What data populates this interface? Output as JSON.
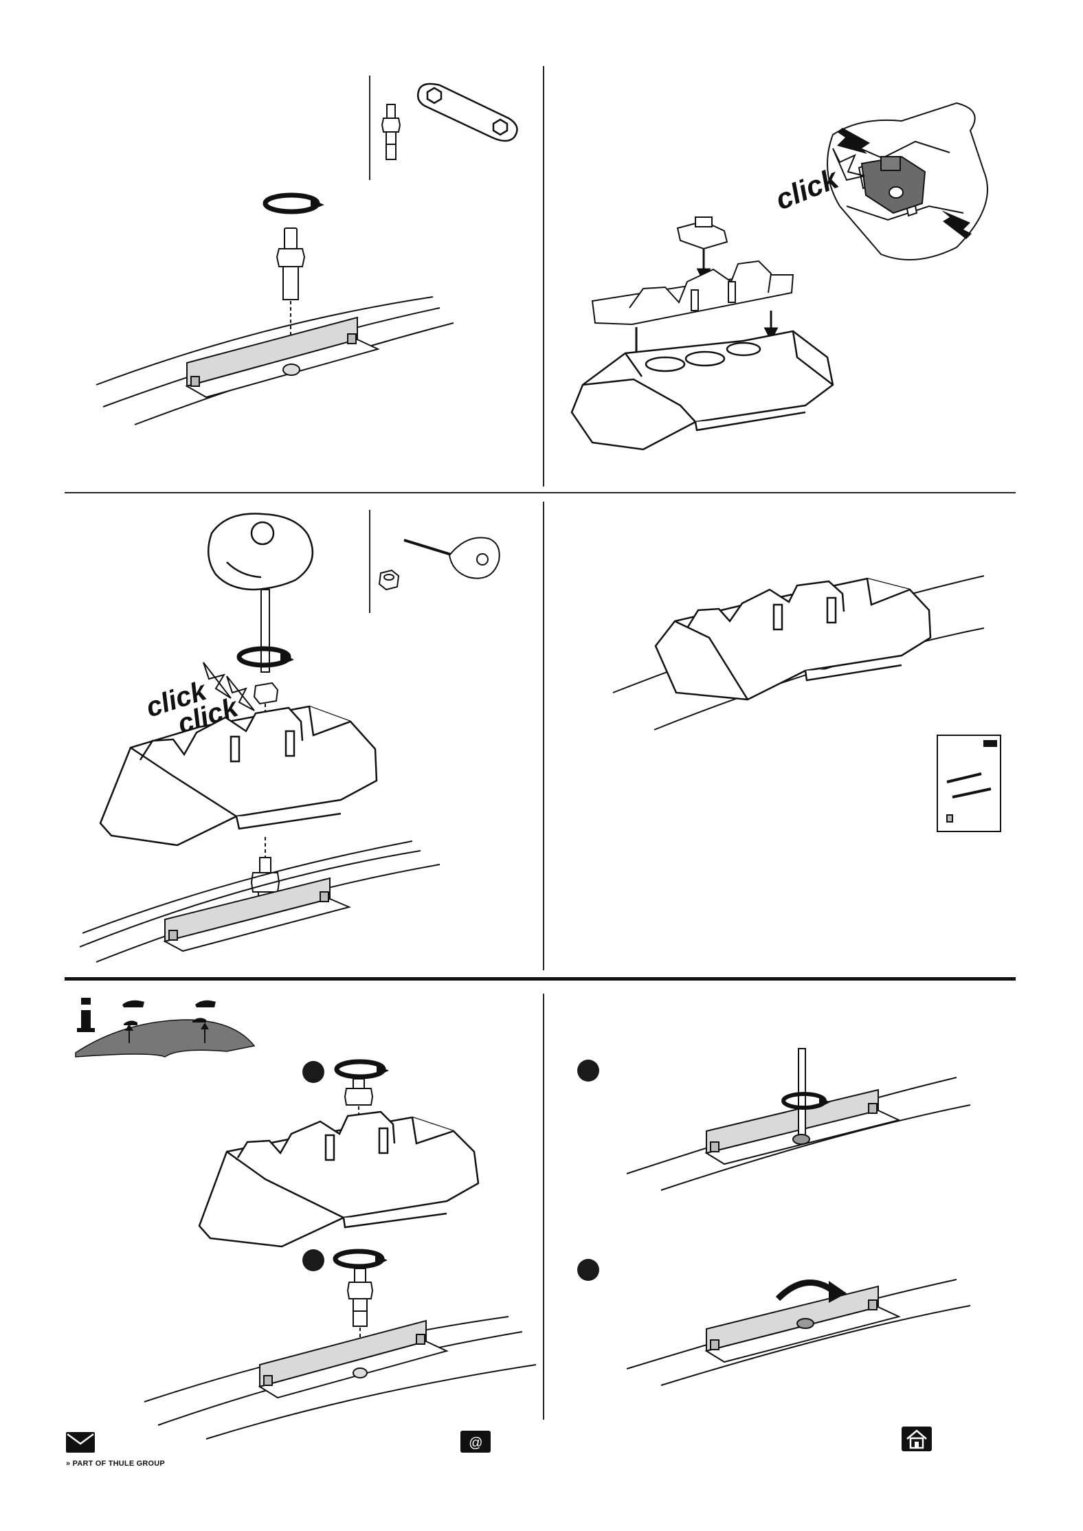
{
  "click_words": {
    "panel2": "click",
    "panel3_a": "click",
    "panel3_b": "click"
  },
  "info_icon": "info-i-icon",
  "footer": {
    "group_text": "PART OF THULE GROUP",
    "icons": [
      "envelope-icon",
      "at-sign-icon",
      "home-icon"
    ]
  },
  "colors": {
    "ink": "#111111",
    "rail_fill": "#d9d9d9",
    "foot_fill": "#ffffff",
    "dark_part": "#6a6a6a"
  }
}
